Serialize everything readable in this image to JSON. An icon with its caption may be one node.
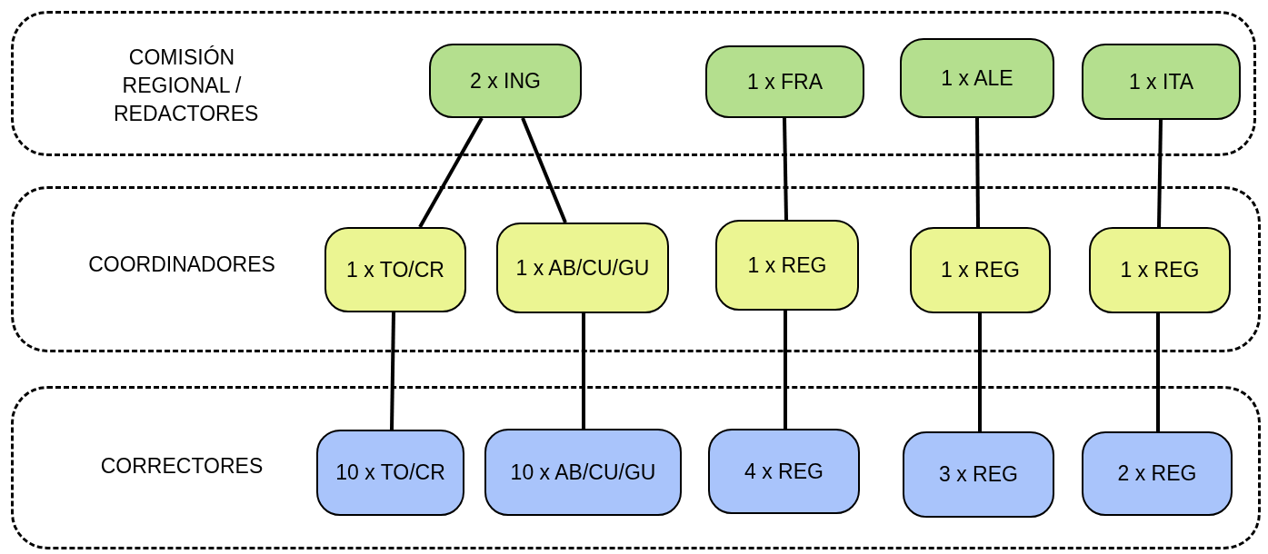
{
  "diagram": {
    "nodes": [
      {
        "text": [
          "COMISIÓN REGIONAL / REDACTORES"
        ]
      },
      {
        "text": [
          "2 x ING"
        ],
        "in": 0
      },
      {
        "text": [
          "1 x FRA"
        ],
        "in": 0
      },
      {
        "text": [
          "1 x ALE"
        ],
        "in": 0
      },
      {
        "text": [
          "1 x ITA"
        ],
        "in": 0
      },
      {
        "text": [
          "COORDINADORES"
        ]
      },
      {
        "text": [
          "1 x TO/CR"
        ],
        "in": 5
      },
      {
        "text": [
          "1 x AB/CU/GU"
        ],
        "in": 5
      },
      {
        "text": [
          "1 x REG"
        ],
        "in": 5
      },
      {
        "text": [
          "1 x REG"
        ],
        "in": 5
      },
      {
        "text": [
          "1 x REG"
        ],
        "in": 5
      },
      {
        "text": [
          "CORRECTORES"
        ]
      },
      {
        "text": [
          "10 x TO/CR"
        ],
        "in": 11
      },
      {
        "text": [
          "10 x AB/CU/GU"
        ],
        "in": 11
      },
      {
        "text": [
          "4 x REG"
        ],
        "in": 11
      },
      {
        "text": [
          "3 x REG"
        ],
        "in": 11
      },
      {
        "text": [
          "2 x REG"
        ],
        "in": 11
      }
    ],
    "edges": [
      {
        "from": 1,
        "to": 6,
        "arrow": "none"
      },
      {
        "from": 1,
        "to": 7,
        "arrow": "none"
      },
      {
        "from": 2,
        "to": 8,
        "arrow": "none"
      },
      {
        "from": 3,
        "to": 9,
        "arrow": "none"
      },
      {
        "from": 4,
        "to": 10,
        "arrow": "none"
      },
      {
        "from": 6,
        "to": 12,
        "arrow": "none"
      },
      {
        "from": 7,
        "to": 13,
        "arrow": "none"
      },
      {
        "from": 8,
        "to": 14,
        "arrow": "none"
      },
      {
        "from": 9,
        "to": 15,
        "arrow": "none"
      },
      {
        "from": 10,
        "to": 16,
        "arrow": "none"
      }
    ]
  }
}
